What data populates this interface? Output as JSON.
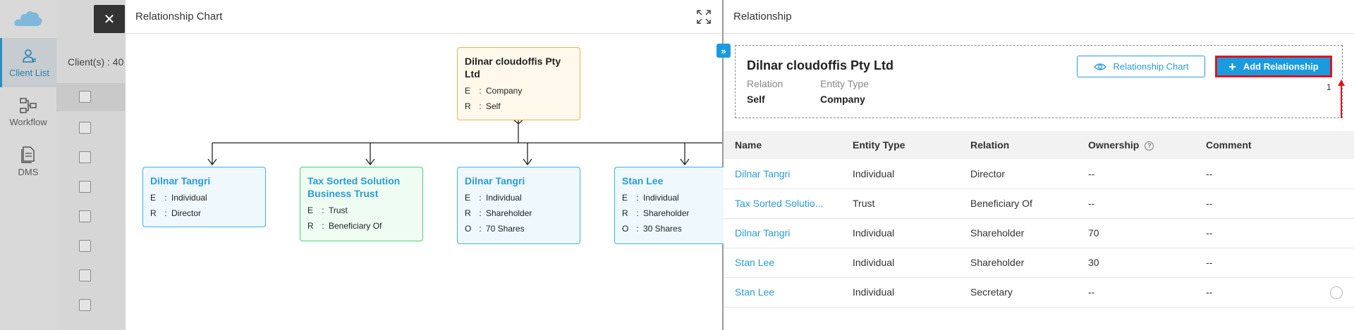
{
  "sidebar": {
    "items": [
      {
        "label": "Client List",
        "icon": "client-list-icon",
        "active": true
      },
      {
        "label": "Workflow",
        "icon": "workflow-icon"
      },
      {
        "label": "DMS",
        "icon": "dms-icon"
      }
    ]
  },
  "background": {
    "client_count": "Client(s) : 40"
  },
  "chart_panel": {
    "title": "Relationship Chart",
    "root": {
      "name": "Dilnar cloudoffis Pty Ltd",
      "entity": "Company",
      "relation": "Self"
    },
    "nodes": [
      {
        "name": "Dilnar Tangri",
        "entity": "Individual",
        "relation": "Director",
        "ownership": ""
      },
      {
        "name": "Tax Sorted Solution Business Trust",
        "entity": "Trust",
        "relation": "Beneficiary Of",
        "ownership": ""
      },
      {
        "name": "Dilnar Tangri",
        "entity": "Individual",
        "relation": "Shareholder",
        "ownership": "70 Shares"
      },
      {
        "name": "Stan Lee",
        "entity": "Individual",
        "relation": "Shareholder",
        "ownership": "30 Shares"
      }
    ],
    "keys": {
      "entity": "E",
      "relation": "R",
      "ownership": "O",
      "sep": ":"
    }
  },
  "rel_panel": {
    "title": "Relationship",
    "summary": {
      "company": "Dilnar cloudoffis Pty Ltd",
      "relation_label": "Relation",
      "relation_value": "Self",
      "entity_label": "Entity Type",
      "entity_value": "Company",
      "chart_button": "Relationship Chart",
      "add_button": "Add Relationship",
      "marker": "1"
    },
    "columns": [
      "Name",
      "Entity Type",
      "Relation",
      "Ownership",
      "Comment"
    ],
    "rows": [
      {
        "name": "Dilnar Tangri",
        "entity": "Individual",
        "relation": "Director",
        "ownership": "--",
        "comment": "--"
      },
      {
        "name": "Tax Sorted Solutio...",
        "entity": "Trust",
        "relation": "Beneficiary Of",
        "ownership": "--",
        "comment": "--"
      },
      {
        "name": "Dilnar Tangri",
        "entity": "Individual",
        "relation": "Shareholder",
        "ownership": "70",
        "comment": "--"
      },
      {
        "name": "Stan Lee",
        "entity": "Individual",
        "relation": "Shareholder",
        "ownership": "30",
        "comment": "--"
      },
      {
        "name": "Stan Lee",
        "entity": "Individual",
        "relation": "Secretary",
        "ownership": "--",
        "comment": "--"
      }
    ]
  },
  "colors": {
    "accent": "#1a9be0",
    "highlight": "#e0141e"
  }
}
